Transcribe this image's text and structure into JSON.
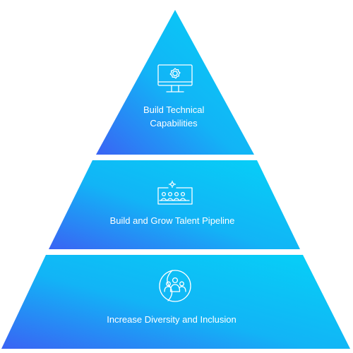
{
  "diagram": {
    "tiers": [
      {
        "label_lines": [
          "Build Technical",
          "Capabilities"
        ],
        "icon": "monitor-gear-icon"
      },
      {
        "label_lines": [
          "Build and Grow Talent Pipeline"
        ],
        "icon": "team-presentation-icon"
      },
      {
        "label_lines": [
          "Increase Diversity and Inclusion"
        ],
        "icon": "diverse-group-icon"
      }
    ],
    "colors": {
      "gradient_light": "#05d2f7",
      "gradient_mid": "#12b4f6",
      "gradient_dark": "#3a63f4",
      "text": "#ffffff",
      "background": "#ffffff"
    }
  }
}
